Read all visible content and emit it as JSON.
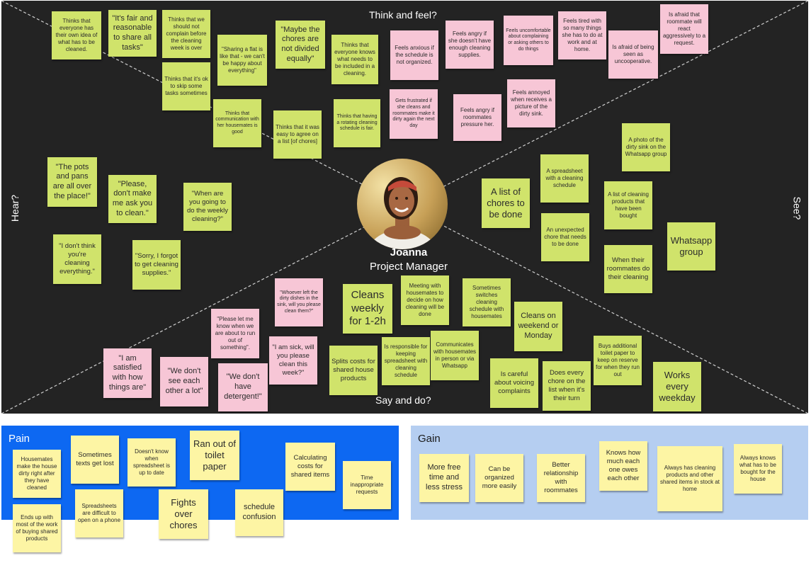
{
  "board": {
    "quadrants": {
      "top": "Think and feel?",
      "bottom": "Say and do?",
      "left": "Hear?",
      "right": "See?"
    },
    "colors": {
      "background": "#232323",
      "green_note": "#d0e36b",
      "pink_note": "#f7c6d6",
      "yellow_note": "#fdf5a4",
      "pain_panel": "#0d68f2",
      "gain_panel": "#b5cef1"
    },
    "persona": {
      "name": "Joanna",
      "role": "Project Manager",
      "photo": "avatar-photo"
    }
  },
  "notes": {
    "think": [
      "Thinks that everyone has their own idea of what has to be cleaned.",
      "\"It's fair and reasonable to share all tasks\"",
      "Thinks that we should not complain before the cleaning week is over",
      "\"Sharing a flat is like that - we can't be happy about everything\"",
      "\"Maybe the chores are not divided equally\"",
      "Thinks that everyone knows what needs to be included in a cleaning.",
      "Feels anxious if the schedule is not organized.",
      "Feels angry if she doesn't have enough cleaning supplies.",
      "Feels uncomfortable about complaining or asking others to do things",
      "Feels tired with so many things she has to do at work and at home.",
      "Is afraid that roommate will react aggressively to a request.",
      "Is afraid of being seen as uncooperative.",
      "Thinks that it's ok to skip some tasks sometimes",
      "Thinks that communication with her housemates is good",
      "Thinks that it was easy to agree on a list [of chores]",
      "Thinks that having a rotating cleaning schedule is fair.",
      "Gets frustrated if she cleans and roommates make it dirty again the next day",
      "Feels angry if roommates pressure her.",
      "Feels annoyed when receives a picture of the dirty sink."
    ],
    "hear": [
      "\"The pots and pans are all over the place!\"",
      "\"Please, don't make me ask you to clean.\"",
      "\"When are you going to do the weekly cleaning?\"",
      "\"I don't think you're cleaning everything.\"",
      "\"Sorry, I forgot to get cleaning supplies.\""
    ],
    "see": [
      "A photo of the dirty sink on the Whatsapp group",
      "A spreadsheet with a cleaning schedule",
      "A list of chores to be done",
      "A list of cleaning products that have been bought",
      "An unexpected chore that needs to be done",
      "Whatsapp group",
      "When their roommates do their cleaning"
    ],
    "say": [
      "\"Whoever left the dirty dishes in the sink, will you please clean them?\"",
      "Cleans weekly for 1-2h",
      "Meeting with housemates to decide on how cleaning will be done",
      "Sometimes switches cleaning schedule with housemates",
      "Cleans on weekend or Monday",
      "\"Please let me know when we are about to run out of something\".",
      "\"I am sick, will you please clean this week?\"",
      "Splits costs for shared house products",
      "Is responsible for keeping spreadsheet with cleaning schedule",
      "Communicates with housemates in person or via Whatsapp",
      "Buys additional toilet paper to keep on reserve for when they run out",
      "\"I am satisfied with how things are\"",
      "\"We don't see each other a lot\"",
      "\"We don't have detergent!\"",
      "Is careful about voicing complaints",
      "Does every chore on the list when it's their turn",
      "Works every weekday"
    ]
  },
  "pain": {
    "title": "Pain",
    "notes": [
      "Housemates make the house dirty right after they have cleaned",
      "Sometimes texts get lost",
      "Doesn't know when spreadsheet is up to date",
      "Ran out of toilet paper",
      "Calculating costs for shared items",
      "Time inappropriate requests",
      "Ends up with most of the work of buying shared products",
      "Spreadsheets are difficult to open on a phone",
      "Fights over chores",
      "schedule confusion"
    ]
  },
  "gain": {
    "title": "Gain",
    "notes": [
      "More free time and less stress",
      "Can be organized more easily",
      "Better relationship with roommates",
      "Knows how much each one owes each other",
      "Always has cleaning products and other shared items in stock at home",
      "Always knows what has to be bought for the house"
    ]
  }
}
